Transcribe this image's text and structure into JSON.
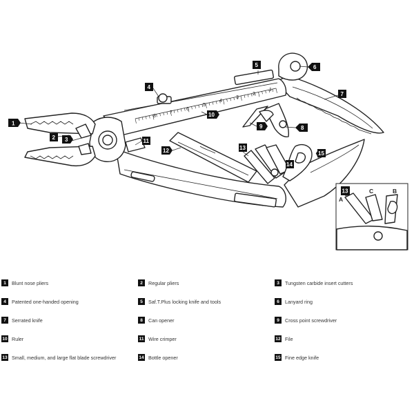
{
  "callouts": [
    {
      "num": "1"
    },
    {
      "num": "2"
    },
    {
      "num": "3"
    },
    {
      "num": "4"
    },
    {
      "num": "5"
    },
    {
      "num": "6"
    },
    {
      "num": "7"
    },
    {
      "num": "8"
    },
    {
      "num": "9"
    },
    {
      "num": "10"
    },
    {
      "num": "11"
    },
    {
      "num": "12"
    },
    {
      "num": "13"
    },
    {
      "num": "14"
    },
    {
      "num": "15"
    }
  ],
  "ruler_marks": [
    "8",
    "7",
    "6",
    "5",
    "4",
    "3",
    "2",
    "1"
  ],
  "ruler_unit": "10",
  "inset": {
    "callout": "13",
    "letters": [
      "A",
      "C",
      "B"
    ]
  },
  "legend": [
    {
      "num": "1",
      "label": "Blunt nose pliers"
    },
    {
      "num": "2",
      "label": "Regular pliers"
    },
    {
      "num": "3",
      "label": "Tungsten carbide insert cutters"
    },
    {
      "num": "4",
      "label": "Patented one-handed opening"
    },
    {
      "num": "5",
      "label": "Saf.T.Plus locking knife and tools"
    },
    {
      "num": "6",
      "label": "Lanyard ring"
    },
    {
      "num": "7",
      "label": "Serrated knife"
    },
    {
      "num": "8",
      "label": "Can opener"
    },
    {
      "num": "9",
      "label": "Cross point screwdriver"
    },
    {
      "num": "10",
      "label": "Ruler"
    },
    {
      "num": "11",
      "label": "Wire crimper"
    },
    {
      "num": "12",
      "label": "File"
    },
    {
      "num": "13",
      "label": "Small, medium, and large flat blade screwdriver"
    },
    {
      "num": "14",
      "label": "Bottle opener"
    },
    {
      "num": "15",
      "label": "Fine edge knife"
    }
  ],
  "colors": {
    "ink": "#222222",
    "badge": "#111111",
    "background": "#ffffff"
  }
}
